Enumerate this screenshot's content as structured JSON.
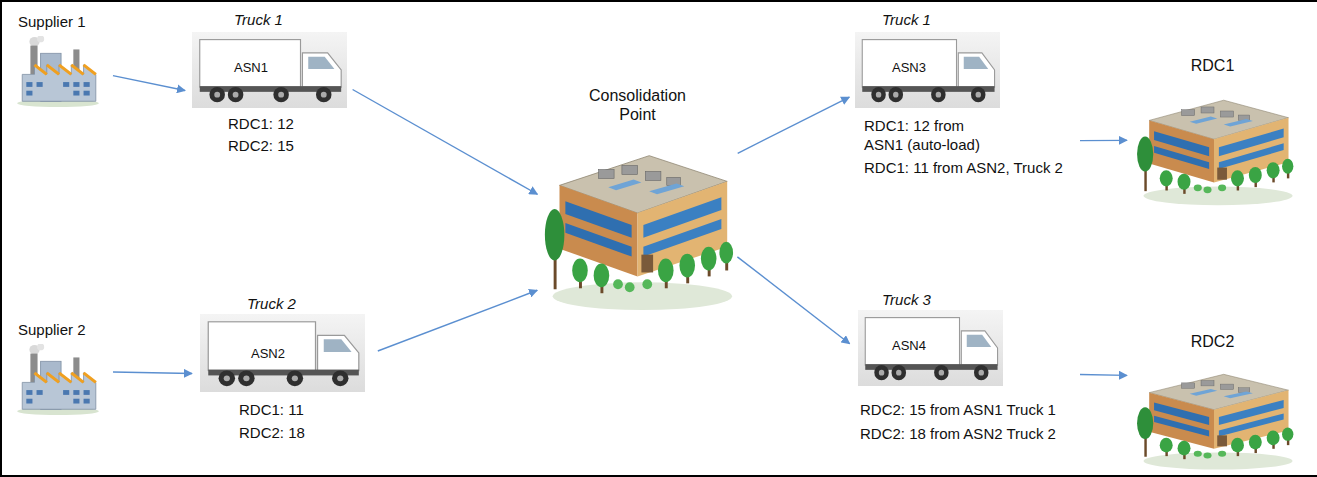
{
  "diagram": {
    "nodes": [
      {
        "text": [
          "Supplier 1"
        ]
      },
      {
        "text": [
          "Truck 1",
          "ASN1",
          "RDC1: 12",
          "RDC2: 15"
        ]
      },
      {
        "text": [
          "Supplier 2"
        ]
      },
      {
        "text": [
          "Truck 2",
          "ASN2",
          "RDC1: 11",
          "RDC2: 18"
        ]
      },
      {
        "text": [
          "Consolidation Point"
        ]
      },
      {
        "text": [
          "Truck 1",
          "ASN3",
          "RDC1: 12 from ASN1 (auto-load)",
          "RDC1: 11 from ASN2, Truck 2"
        ]
      },
      {
        "text": [
          "Truck 3",
          "ASN4",
          "RDC2: 15 from ASN1 Truck 1",
          "RDC2: 18 from ASN2 Truck 2"
        ]
      },
      {
        "text": [
          "RDC1"
        ]
      },
      {
        "text": [
          "RDC2"
        ]
      }
    ],
    "edges": [
      {
        "from": 0,
        "to": 1,
        "arrow": "to"
      },
      {
        "from": 2,
        "to": 3,
        "arrow": "to"
      },
      {
        "from": 1,
        "to": 4,
        "arrow": "to"
      },
      {
        "from": 3,
        "to": 4,
        "arrow": "to"
      },
      {
        "from": 4,
        "to": 5,
        "arrow": "to"
      },
      {
        "from": 4,
        "to": 6,
        "arrow": "to"
      },
      {
        "from": 5,
        "to": 7,
        "arrow": "to"
      },
      {
        "from": 6,
        "to": 8,
        "arrow": "to"
      }
    ]
  }
}
